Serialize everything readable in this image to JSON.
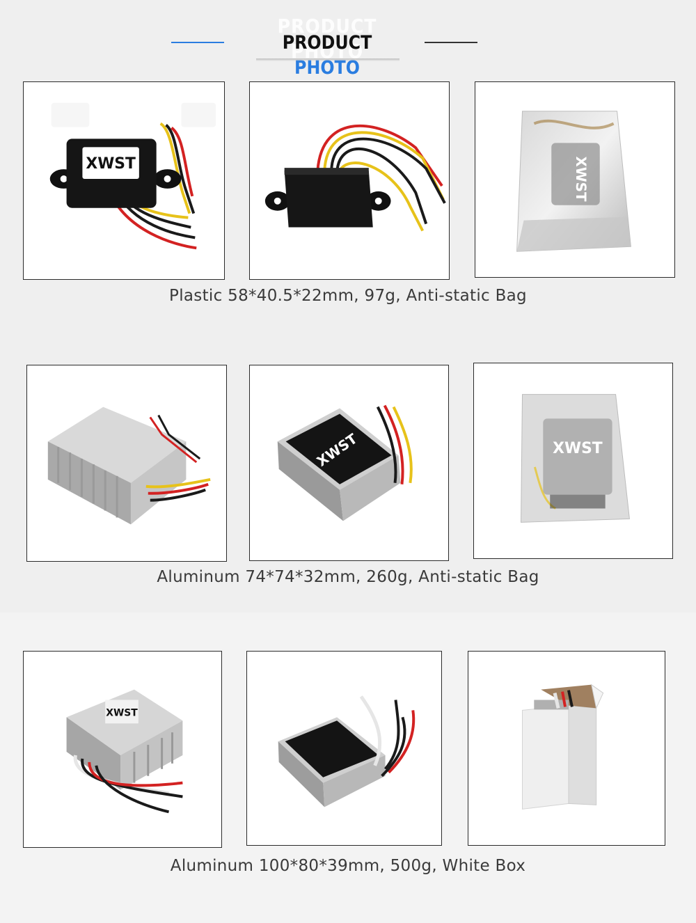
{
  "header": {
    "ghost_title": "PRODUCT PHOTO",
    "title_part1": "PRODUCT",
    "title_part2": "PHOTO",
    "accent_color": "#2a7de0"
  },
  "sections": [
    {
      "caption": "Plastic 58*40.5*22mm, 97g, Anti-static Bag",
      "photos": [
        {
          "depicts": "black plastic converter with XWST logo"
        },
        {
          "depicts": "black plastic converter rear view with wires"
        },
        {
          "depicts": "converter in anti-static bag"
        }
      ]
    },
    {
      "caption": "Aluminum 74*74*32mm, 260g, Anti-static Bag",
      "photos": [
        {
          "depicts": "aluminum finned converter"
        },
        {
          "depicts": "aluminum converter with XWST black label"
        },
        {
          "depicts": "aluminum converter in anti-static bag"
        }
      ]
    },
    {
      "caption": "Aluminum 100*80*39mm, 500g, White Box",
      "photos": [
        {
          "depicts": "large aluminum converter with XWST logo"
        },
        {
          "depicts": "large aluminum converter black label"
        },
        {
          "depicts": "converter in white box"
        }
      ]
    }
  ],
  "logo_text": "XWST"
}
